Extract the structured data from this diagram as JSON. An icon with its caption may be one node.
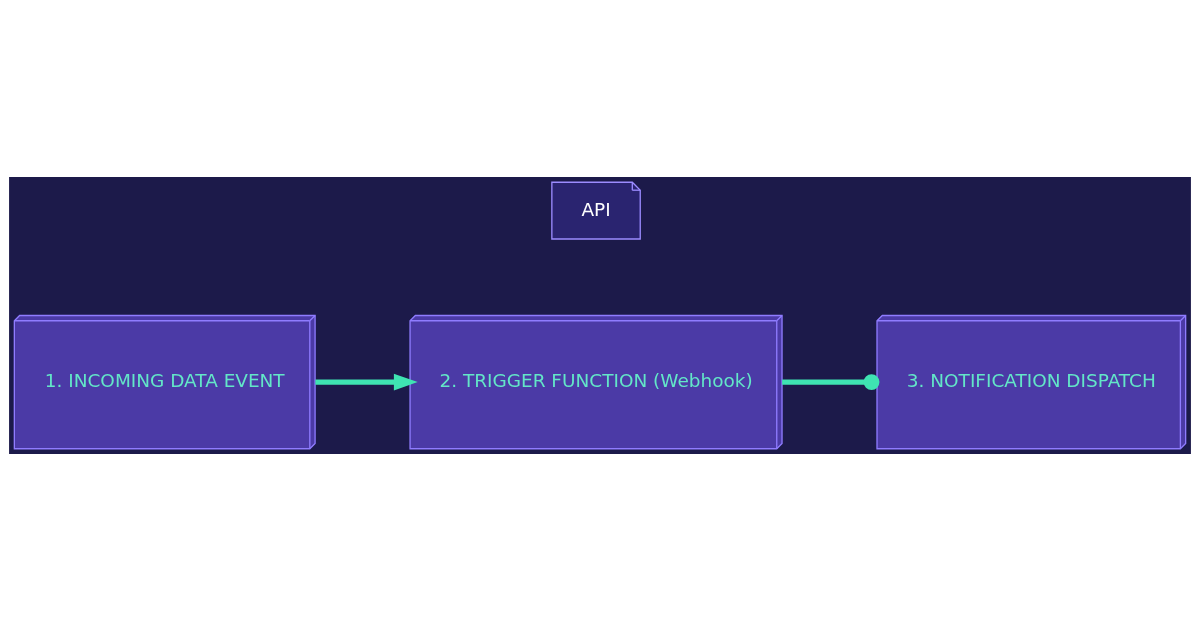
{
  "diagram": {
    "nodes": [
      {
        "text": [
          "1. INCOMING DATA EVENT"
        ]
      },
      {
        "text": [
          "2. TRIGGER FUNCTION (Webhook)"
        ]
      },
      {
        "text": [
          "3. NOTIFICATION DISPATCH"
        ]
      },
      {
        "text": [
          "API"
        ]
      }
    ],
    "edges": [
      {
        "from": 0,
        "to": 1,
        "arrow": "to"
      },
      {
        "from": 1,
        "to": 2,
        "arrow": "other"
      }
    ]
  }
}
